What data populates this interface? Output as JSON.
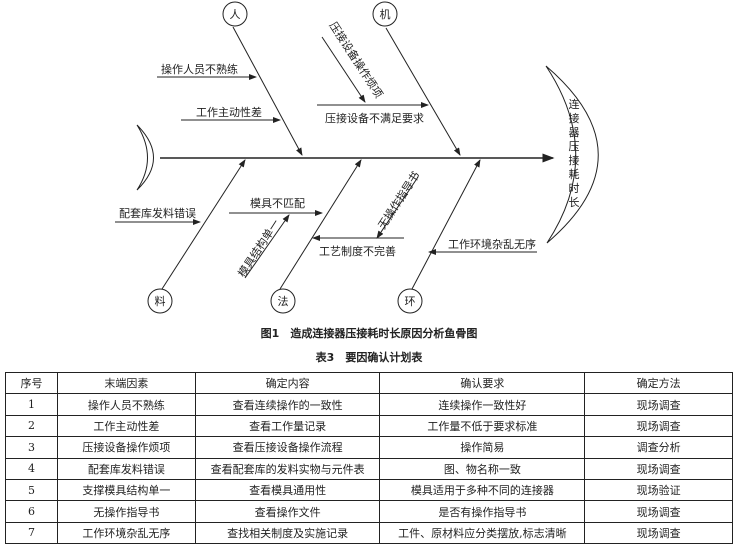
{
  "figure": {
    "caption": "图1　造成连接器压接耗时长原因分析鱼骨图",
    "head": [
      "连",
      "接",
      "器",
      "压",
      "接",
      "耗",
      "时",
      "长"
    ],
    "categories": {
      "ren": "人",
      "ji": "机",
      "liao": "料",
      "fa": "法",
      "huan": "环"
    },
    "causes": {
      "c1": "操作人员不熟练",
      "c2": "工作主动性差",
      "c3": "压接设备操作烦项",
      "c4": "压接设备不满足要求",
      "c5": "配套库发料错误",
      "c6": "模具不匹配",
      "c7": "模具结构单一",
      "c8": "无操作指导书",
      "c9": "工艺制度不完善",
      "c10": "工作环境杂乱无序"
    }
  },
  "table": {
    "caption": "表3　要因确认计划表",
    "headers": [
      "序号",
      "末端因素",
      "确定内容",
      "确认要求",
      "确定方法"
    ],
    "rows": [
      [
        "1",
        "操作人员不熟练",
        "查看连续操作的一致性",
        "连续操作一致性好",
        "现场调查"
      ],
      [
        "2",
        "工作主动性差",
        "查看工作量记录",
        "工作量不低于要求标准",
        "现场调查"
      ],
      [
        "3",
        "压接设备操作烦项",
        "查看压接设备操作流程",
        "操作简易",
        "调查分析"
      ],
      [
        "4",
        "配套库发料错误",
        "查看配套库的发料实物与元件表",
        "图、物名称一致",
        "现场调查"
      ],
      [
        "5",
        "支撑模具结构单一",
        "查看模具通用性",
        "模具适用于多种不同的连接器",
        "现场验证"
      ],
      [
        "6",
        "无操作指导书",
        "查看操作文件",
        "是否有操作指导书",
        "现场调查"
      ],
      [
        "7",
        "工作环境杂乱无序",
        "查找相关制度及实施记录",
        "工件、原材料应分类摆放,标志清晰",
        "现场调查"
      ]
    ]
  }
}
